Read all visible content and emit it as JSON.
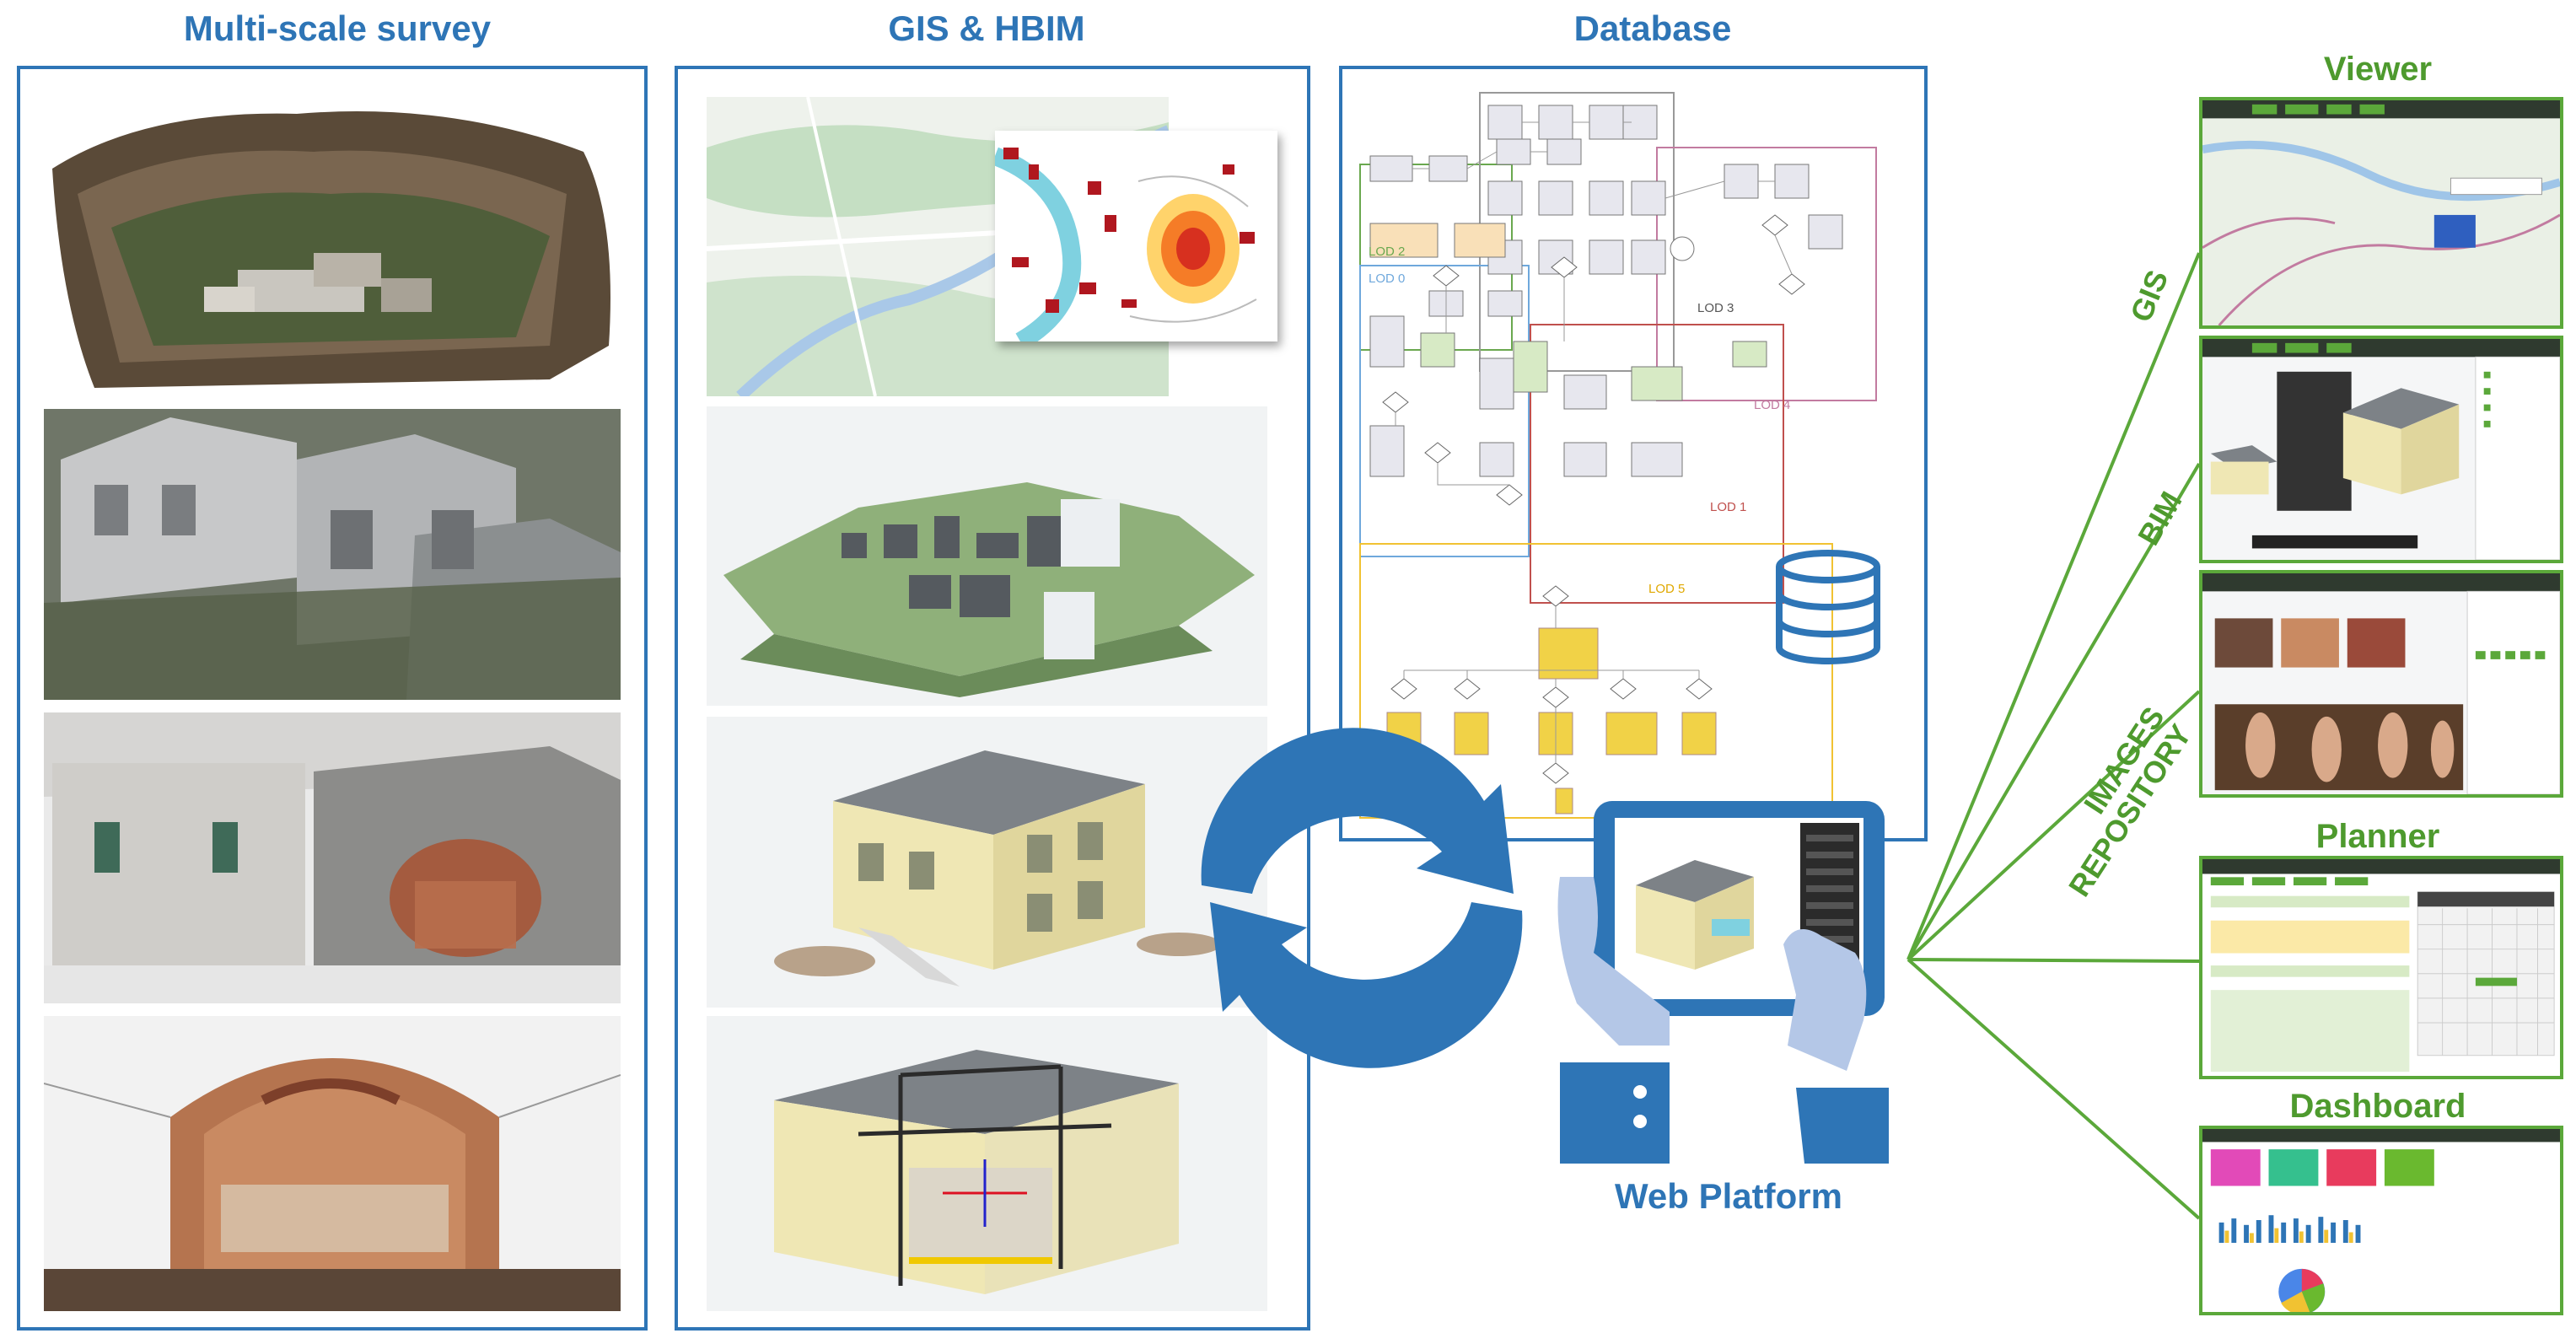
{
  "columns": {
    "survey": {
      "title": "Multi-scale survey"
    },
    "gis_hbim": {
      "title": "GIS & HBIM"
    },
    "database": {
      "title": "Database",
      "lod_labels": [
        "LOD 0",
        "LOD 1",
        "LOD 2",
        "LOD 3",
        "LOD 4",
        "LOD 5"
      ]
    }
  },
  "platform": {
    "label": "Web Platform"
  },
  "modules": {
    "viewer": {
      "title": "Viewer"
    },
    "planner": {
      "title": "Planner"
    },
    "dashboard": {
      "title": "Dashboard"
    }
  },
  "connector_labels": {
    "gis": "GIS",
    "bim": "BIM",
    "images_line1": "IMAGES",
    "images_line2": "REPOSITORY"
  },
  "colors": {
    "blue": "#2E75B6",
    "green": "#5BA83A",
    "lod0": "#6FA8DC",
    "lod1": "#C0504D",
    "lod2": "#6AA84F",
    "lod3": "#999999",
    "lod4": "#C27BA0",
    "lod5": "#F1C232"
  }
}
